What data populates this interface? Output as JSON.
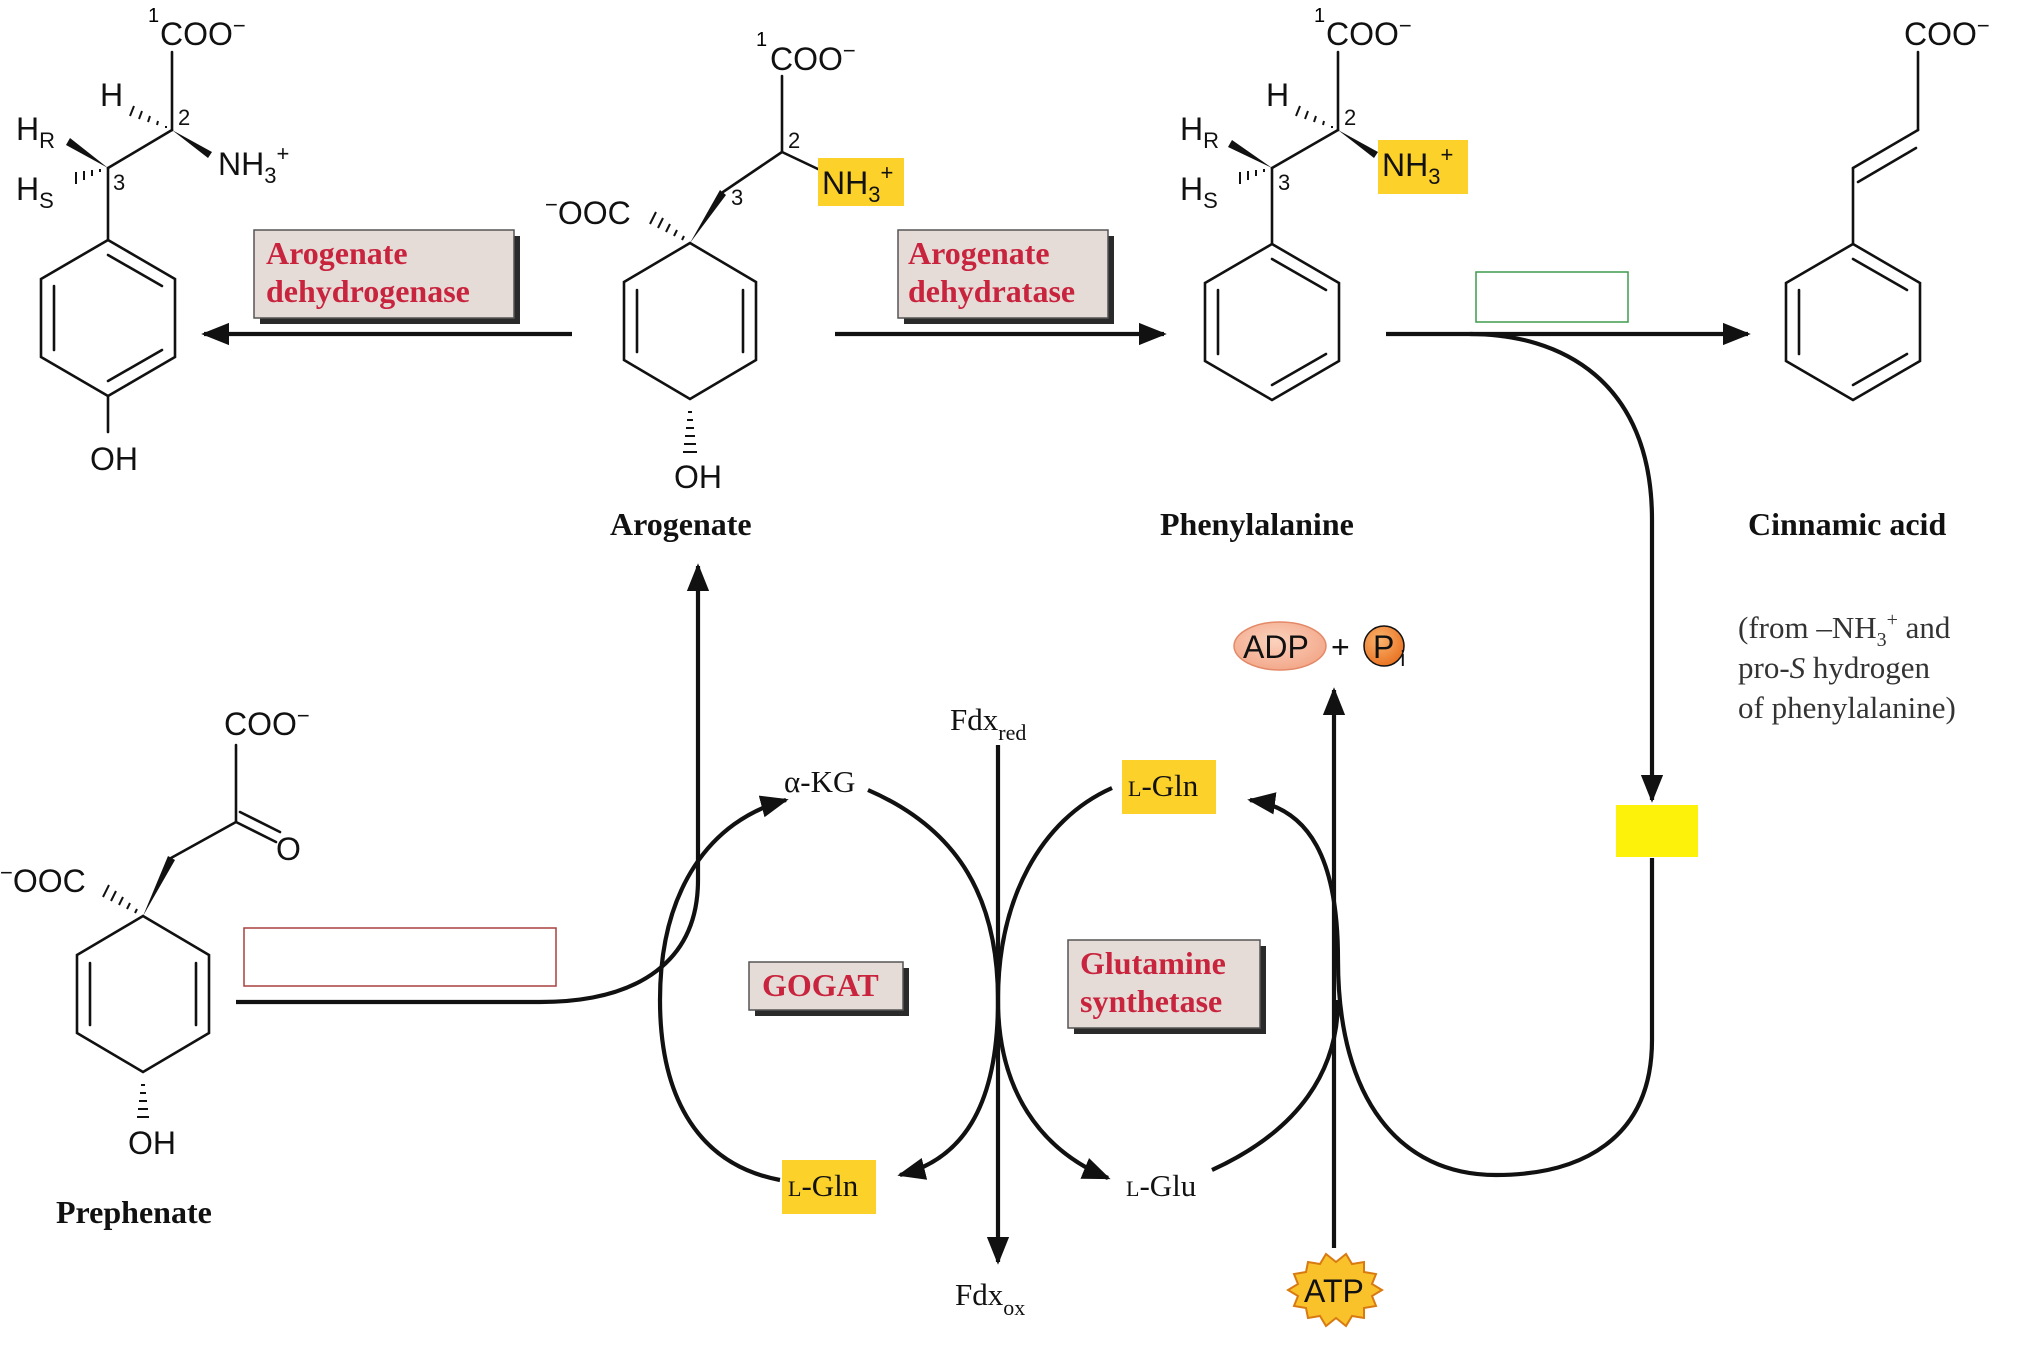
{
  "compounds": {
    "tyrosine_struct": {
      "coo": "COO",
      "coo_loc": "1",
      "h": "H",
      "c2": "2",
      "nh3": "NH",
      "nh3_sub": "3",
      "nh3_sup": "+",
      "hr": "H",
      "hr_sub": "R",
      "hs": "H",
      "hs_sub": "S",
      "c3": "3",
      "oh": "OH",
      "charge": "−"
    },
    "arogenate": {
      "name": "Arogenate",
      "coo": "COO",
      "coo_loc": "1",
      "c2": "2",
      "c3": "3",
      "nh3": "NH",
      "nh3_sub": "3",
      "nh3_sup": "+",
      "ooc": "OOC",
      "oh": "OH",
      "charge": "−"
    },
    "phenylalanine": {
      "name": "Phenylalanine",
      "coo": "COO",
      "coo_loc": "1",
      "h": "H",
      "c2": "2",
      "nh3": "NH",
      "nh3_sub": "3",
      "nh3_sup": "+",
      "hr": "H",
      "hr_sub": "R",
      "hs": "H",
      "hs_sub": "S",
      "c3": "3",
      "charge": "−"
    },
    "cinnamic_acid": {
      "name": "Cinnamic acid",
      "coo": "COO",
      "charge": "−"
    },
    "prephenate": {
      "name": "Prephenate",
      "coo": "COO",
      "o": "O",
      "ooc": "OOC",
      "oh": "OH",
      "charge": "−"
    }
  },
  "enzymes": {
    "arogenate_dehydrogenase": [
      "Arogenate",
      "dehydrogenase"
    ],
    "arogenate_dehydratase": [
      "Arogenate",
      "dehydratase"
    ],
    "gogat": "GOGAT",
    "glutamine_synthetase": [
      "Glutamine",
      "synthetase"
    ]
  },
  "cycle_labels": {
    "akg": "α-KG",
    "lgln_left": {
      "prefix": "L",
      "name": "-Gln"
    },
    "lgln_right": {
      "prefix": "L",
      "name": "-Gln"
    },
    "lglu": {
      "prefix": "L",
      "name": "-Glu"
    },
    "fdx_red": {
      "main": "Fdx",
      "sub": "red"
    },
    "fdx_ox": {
      "main": "Fdx",
      "sub": "ox"
    },
    "adp": "ADP",
    "plus": "+",
    "pi": {
      "main": "P",
      "sub": "i"
    },
    "atp": "ATP"
  },
  "note": {
    "line1_pre": "(from –NH",
    "line1_sub": "3",
    "line1_sup": "+",
    "line1_post": " and",
    "line2_pre": "pro-",
    "line2_italic": "S",
    "line2_post": " hydrogen",
    "line3": "of phenylalanine)"
  },
  "colors": {
    "enzyme_text": "#c8243e",
    "enzyme_box": "#e6dcd7",
    "highlight": "#fcd22a",
    "blank_yellow": "#fdf20a",
    "adp_fill": "#f6b89b",
    "pi_fill": "#f18b3a",
    "atp_fill": "#f9c22b",
    "blank_green_border": "#3f9a4a",
    "blank_red_border": "#a8403f"
  }
}
